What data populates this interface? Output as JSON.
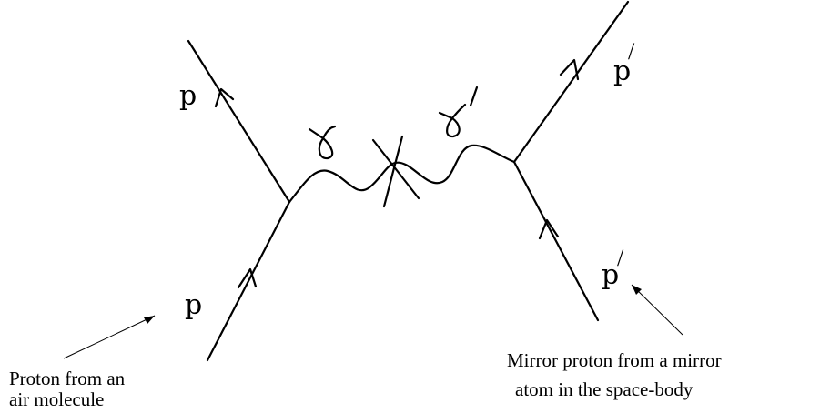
{
  "labels": {
    "p_incoming": "p",
    "p_outgoing": "p",
    "p_prime_outgoing": "p",
    "p_prime_incoming": "p",
    "prime_mark": "/"
  },
  "captions": {
    "left_line1": "Proton from an",
    "left_line2": "air molecule",
    "right_line1": "Mirror proton from a mirror",
    "right_line2": "atom in the space-body"
  }
}
